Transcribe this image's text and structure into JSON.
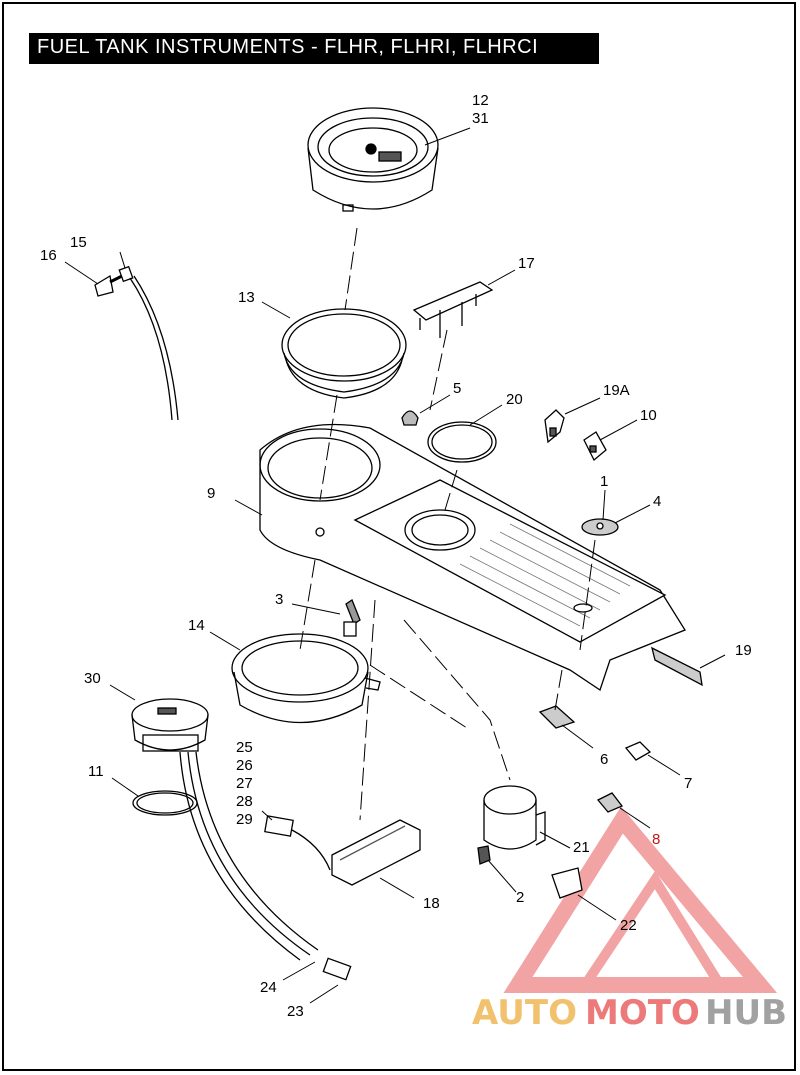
{
  "title": "FUEL TANK INSTRUMENTS - FLHR, FLHRI, FLHRCI",
  "callouts": {
    "c12": "12",
    "c31": "31",
    "c15": "15",
    "c16": "16",
    "c17": "17",
    "c13": "13",
    "c5": "5",
    "c20": "20",
    "c19A": "19A",
    "c10": "10",
    "c1": "1",
    "c4": "4",
    "c9": "9",
    "c3": "3",
    "c14": "14",
    "c19": "19",
    "c30": "30",
    "c25": "25",
    "c26": "26",
    "c27": "27",
    "c28": "28",
    "c29": "29",
    "c11": "11",
    "c6": "6",
    "c7": "7",
    "c8": "8",
    "c21": "21",
    "c2": "2",
    "c18": "18",
    "c22": "22",
    "c24": "24",
    "c23": "23"
  },
  "watermark": {
    "part1": "AUTO",
    "part2": "MOTO",
    "part3": "HUB"
  },
  "colors": {
    "title_bg": "#000000",
    "watermark_orange": "#f0b24a",
    "watermark_red": "#e85a5a",
    "watermark_gray": "#8a8a8a"
  }
}
